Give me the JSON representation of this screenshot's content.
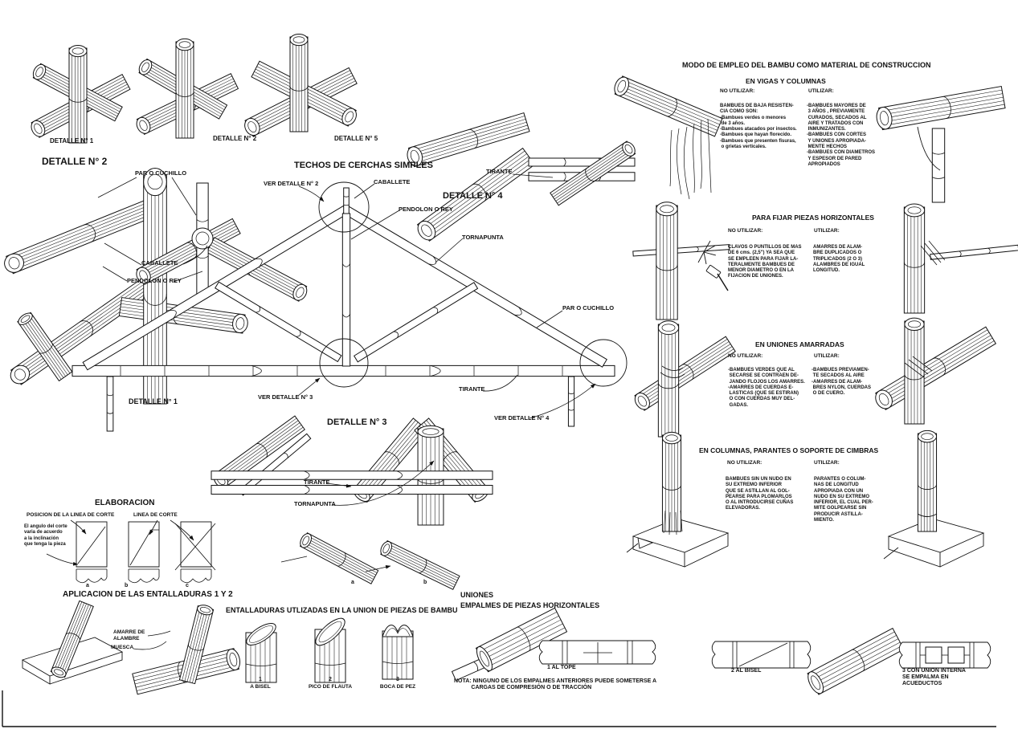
{
  "top_row": {
    "detalle1": "DETALLE N° 1",
    "detalle2": "DETALLE N° 2",
    "detalle5": "DETALLE N° 5"
  },
  "detalle2_section": {
    "heading": "DETALLE N° 2",
    "par_o_cuchillo": "PAR O CUCHILLO",
    "caballete": "CABALLETE",
    "pendolon_o_rey": "PENDOLON O REY"
  },
  "truss": {
    "heading": "TECHOS DE CERCHAS SIMPLES",
    "ver_detalle2": "VER DETALLE N° 2",
    "caballete": "CABALLETE",
    "pendolon_o_rey": "PENDOLON O REY",
    "tornapunta": "TORNAPUNTA",
    "tirante_right": "TIRANTE",
    "detalle4_heading": "DETALLE N° 4",
    "par_o_cuchillo": "PAR O CUCHILLO",
    "detalle1_label": "DETALLE N° 1",
    "ver_detalle3": "VER DETALLE N° 3",
    "tirante_bottom": "TIRANTE",
    "ver_detalle4": "VER DETALLE N° 4"
  },
  "detalle3_section": {
    "heading": "DETALLE N° 3",
    "tirante": "TIRANTE",
    "tornapunta": "TORNAPUNTA",
    "letter_a": "a",
    "letter_b": "b"
  },
  "right_panel": {
    "title": "MODO DE EMPLEO DEL BAMBU COMO MATERIAL DE CONSTRUCCION",
    "sections": [
      {
        "heading": "EN VIGAS Y COLUMNAS",
        "no_label": "NO UTILIZAR:",
        "si_label": "UTILIZAR:",
        "no_text": "BAMBUES DE BAJA RESISTEN-\nCIA COMO SON:\n-Bambues verdes o menores\n de 3 años.\n-Bambues atacados por insectos.\n-Bambues que hayan florecido.\n-Bambues que presenten fisuras,\n o grietas verticales.",
        "si_text": "-BAMBUES MAYORES DE\n 3 AÑOS , PREVIAMENTE\n CURADOS, SECADOS AL\n AIRE Y TRATADOS CON\n INMUNIZANTES.\n-BAMBUES CON CORTES\n Y UNIONES APROPIADA-\n MENTE HECHOS\n-BAMBUES CON DIAMETROS\n Y ESPESOR DE PARED\n APROPIADOS"
      },
      {
        "heading": "PARA FIJAR PIEZAS HORIZONTALES",
        "no_label": "NO UTILIZAR:",
        "si_label": "UTILIZAR:",
        "no_text": "CLAVOS O PUNTILLOS DE MAS\nDE 6 cms. (2,5\") YA SEA QUE\nSE EMPLEEN PARA FIJAR LA-\nTERALMENTE BAMBUES DE\nMENOR DIAMETRO O EN LA\nFIJACION DE UNIONES.",
        "si_text": "AMARRES DE ALAM-\nBRE DUPLICADOS O\nTRIPLICADOS (2 O 3)\nALAMBRES DE IGUAL\nLONGITUD."
      },
      {
        "heading": "EN UNIONES AMARRADAS",
        "no_label": "NO UTILIZAR:",
        "si_label": "UTILIZAR:",
        "no_text": "-BAMBUES VERDES QUE AL\n SECARSE SE CONTRAEN DE-\n JANDO FLOJOS LOS AMARRES.\n-AMARRES DE CUERDAS E-\n LASTICAS (QUE SE ESTIRAN)\n O CON CUERDAS MUY DEL-\n GADAS.",
        "si_text": "-BAMBUES PREVIAMEN-\n TE SECADOS AL AIRE\n-AMARRES DE ALAM-\n BRES NYLON, CUERDAS\n O DE CUERO."
      },
      {
        "heading": "EN COLUMNAS, PARANTES O SOPORTE DE CIMBRAS",
        "no_label": "NO UTILIZAR:",
        "si_label": "UTILIZAR:",
        "no_text": "BAMBUES SIN UN NUDO EN\nSU EXTREMO INFERIOR\nQUE SE ASTILLAN AL GOL-\nPEARSE PARA PLOMARLOS\nO AL INTRODUCIRSE CUÑAS\nELEVADORAS.",
        "si_text": "PARANTES O COLUM-\nNAS DE LONGITUD\nAPROPIADA CON UN\nNUDO EN SU EXTREMO\nINFERIOR, EL CUAL PER-\nMITE GOLPEARSE SIN\nPRODUCIR ASTILLA-\nMIENTO."
      }
    ]
  },
  "elaboracion": {
    "heading": "ELABORACION",
    "posicion_label": "POSICION DE LA LINEA DE CORTE",
    "linea_label": "LINEA DE CORTE",
    "note": "El angulo del corte\nvaria de acuerdo\na la inclinación\nque tenga la pieza",
    "letters": [
      "a",
      "b",
      "c"
    ]
  },
  "aplicacion": {
    "heading": "APLICACION DE LAS ENTALLADURAS 1 Y 2",
    "amarre_label": "AMARRE DE\nALAMBRE",
    "muesca_label": "MUESCA"
  },
  "entalladuras": {
    "heading": "ENTALLADURAS UTLIZADAS EN LA UNION DE PIEZAS DE BAMBU",
    "items": [
      {
        "num": "1",
        "name": "A BISEL"
      },
      {
        "num": "2",
        "name": "PICO DE FLAUTA"
      },
      {
        "num": "3",
        "name": "BOCA DE PEZ"
      }
    ]
  },
  "uniones": {
    "heading1": "UNIONES",
    "heading2": "EMPALMES DE PIEZAS HORIZONTALES",
    "item1": "1 AL TOPE",
    "item2": "2 AL BISEL",
    "item3": "3 CON UNION INTERNA\nSE EMPALMA EN\nACUEDUCTOS",
    "nota": "NOTA: NINGUNO DE LOS EMPALMES ANTERIORES PUEDE SOMETERSE A\n           CARGAS DE COMPRESIÓN O DE TRACCIÓN"
  }
}
